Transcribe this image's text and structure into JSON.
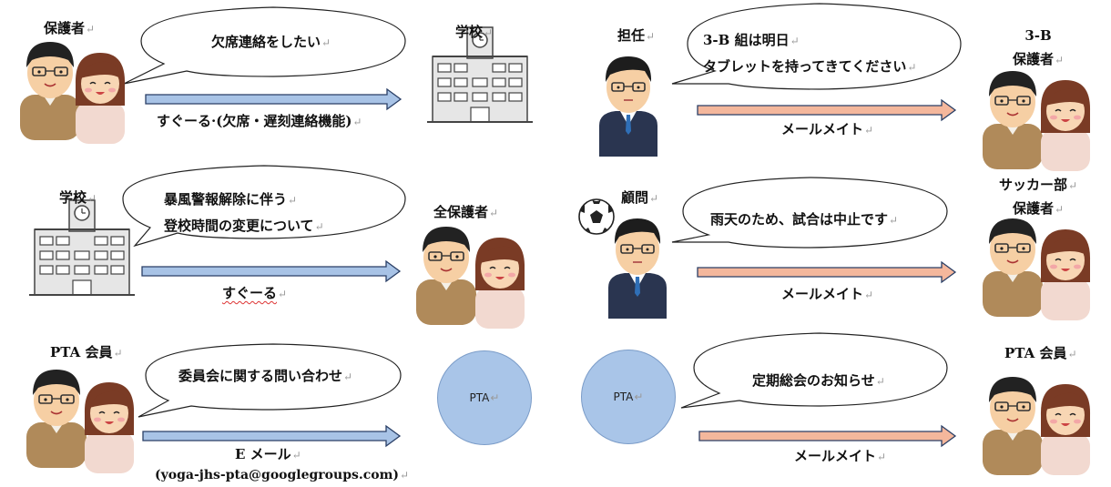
{
  "ret": "↵",
  "left": {
    "row1": {
      "sender": "保護者",
      "bubble": "欠席連絡をしたい",
      "receiver": "学校",
      "arrow_label": "すぐーる·(欠席・遅刻連絡機能)"
    },
    "row2": {
      "sender": "学校",
      "bubble_line1": "暴風警報解除に伴う",
      "bubble_line2": "登校時間の変更について",
      "receiver": "全保護者",
      "arrow_label": "すぐーる"
    },
    "row3": {
      "sender": "PTA 会員",
      "bubble": "委員会に関する問い合わせ",
      "receiver": "PTA",
      "arrow_label": "E メール",
      "email": "(yoga-jhs-pta@googlegroups.com)"
    }
  },
  "right": {
    "row1": {
      "sender": "担任",
      "bubble_line1": "3-B 組は明日",
      "bubble_line2": "タブレットを持ってきてください",
      "receiver_line1": "3-B",
      "receiver_line2": "保護者",
      "arrow_label": "メールメイト"
    },
    "row2": {
      "sender": "顧問",
      "bubble": "雨天のため、試合は中止です",
      "receiver_line1": "サッカー部",
      "receiver_line2": "保護者",
      "arrow_label": "メールメイト"
    },
    "row3": {
      "sender": "PTA",
      "bubble": "定期総会のお知らせ",
      "receiver": "PTA 会員",
      "arrow_label": "メールメイト"
    }
  },
  "colors": {
    "blue_arrow": "#a8c3e6",
    "salmon_arrow": "#f4b79c",
    "arrow_stroke": "#2a3f66",
    "pta_circle": "#a9c5e8"
  }
}
